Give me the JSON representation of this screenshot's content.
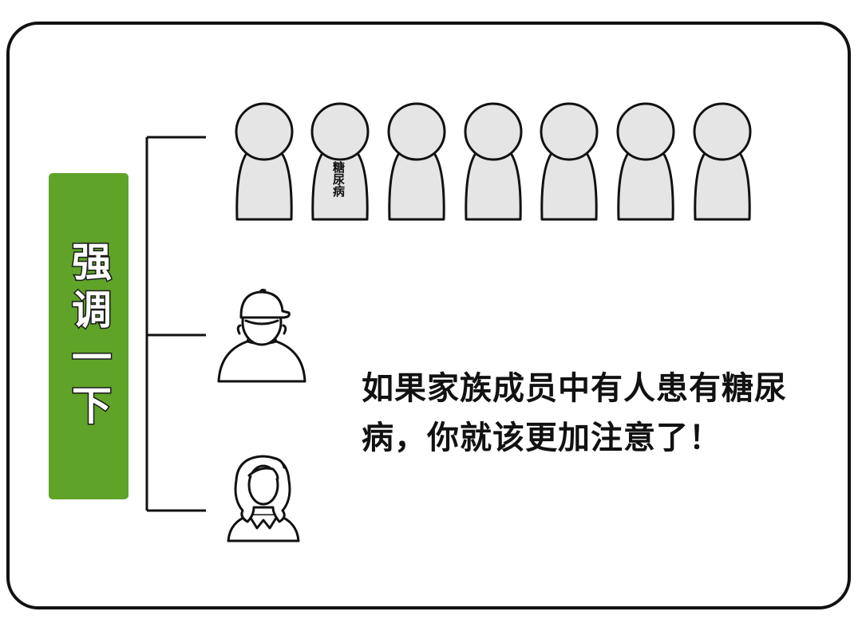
{
  "tag": {
    "text": "强调一下"
  },
  "row_person_label": "糖尿病",
  "message": "如果家族成员中有人患有糖尿病，你就该更加注意了！",
  "colors": {
    "tag_green": "#5fa328",
    "figure_gray": "#e5e5e5",
    "stroke": "#111111"
  }
}
